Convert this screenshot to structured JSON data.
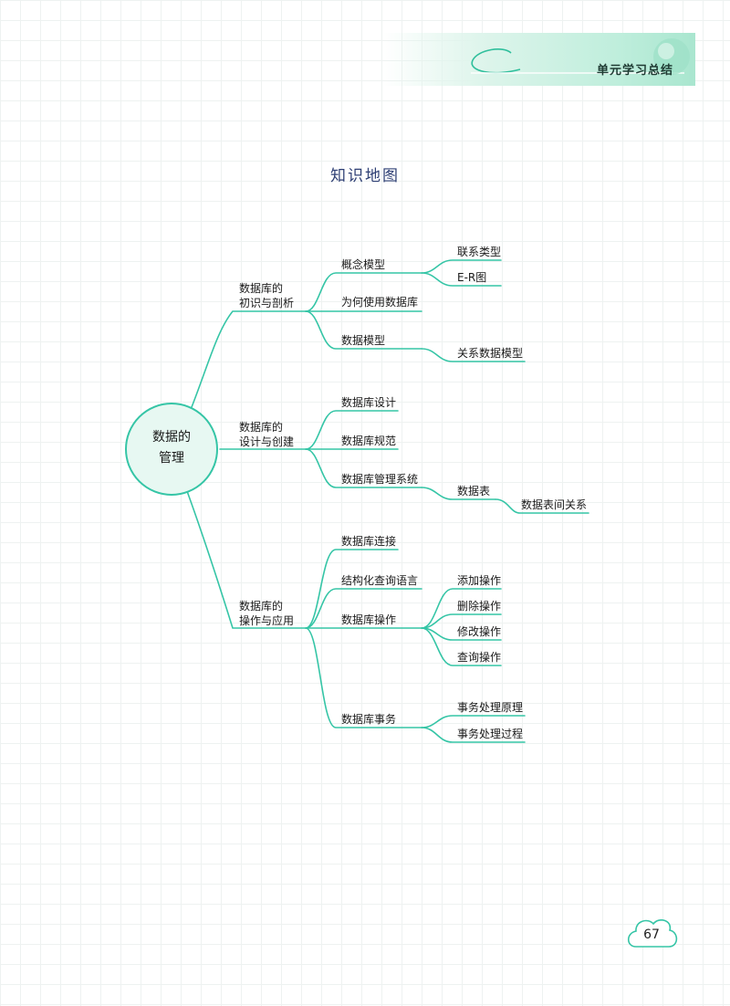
{
  "header": {
    "section_title": "单元学习总结"
  },
  "page_title": "知识地图",
  "root": {
    "line1": "数据的",
    "line2": "管理"
  },
  "branches": [
    {
      "line1": "数据库的",
      "line2": "初识与剖析",
      "items": [
        {
          "label": "概念模型",
          "children": [
            "联系类型",
            "E-R图"
          ]
        },
        {
          "label": "为何使用数据库"
        },
        {
          "label": "数据模型",
          "children": [
            "关系数据模型"
          ]
        }
      ]
    },
    {
      "line1": "数据库的",
      "line2": "设计与创建",
      "items": [
        {
          "label": "数据库设计"
        },
        {
          "label": "数据库规范"
        },
        {
          "label": "数据库管理系统",
          "children": [
            "数据表"
          ],
          "grandchild": "数据表间关系"
        }
      ]
    },
    {
      "line1": "数据库的",
      "line2": "操作与应用",
      "items": [
        {
          "label": "数据库连接"
        },
        {
          "label": "结构化查询语言"
        },
        {
          "label": "数据库操作",
          "children": [
            "添加操作",
            "删除操作",
            "修改操作",
            "查询操作"
          ]
        },
        {
          "label": "数据库事务",
          "children": [
            "事务处理原理",
            "事务处理过程"
          ]
        }
      ]
    }
  ],
  "page_number": "67",
  "colors": {
    "line": "#35c5a6",
    "root_fill": "#e7f8f2",
    "title": "#2e3f74",
    "header_band": "#bfeedc"
  }
}
